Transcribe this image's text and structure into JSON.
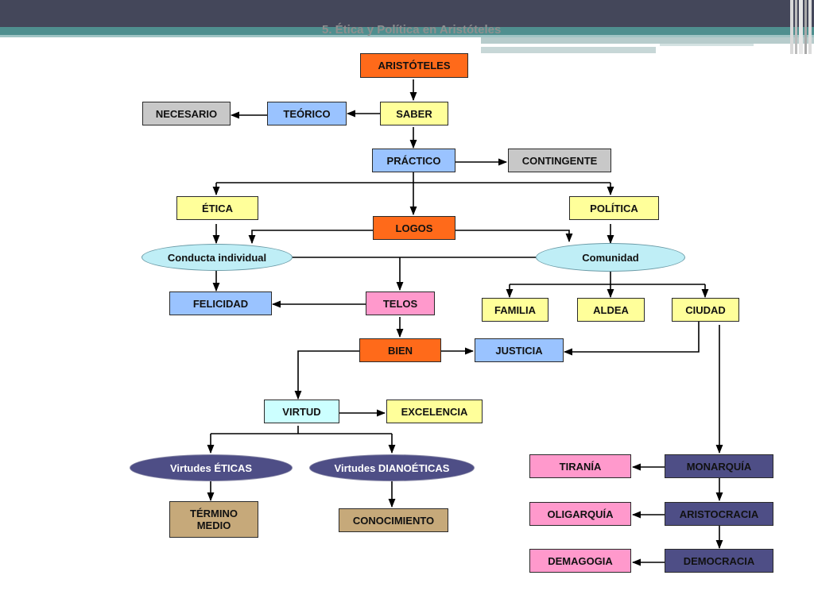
{
  "slide": {
    "title": "5. Ética y Política en Aristóteles"
  },
  "nodes": {
    "aristoteles": "ARISTÓTELES",
    "saber": "SABER",
    "teorico": "TEÓRICO",
    "necesario": "NECESARIO",
    "practico": "PRÁCTICO",
    "contingente": "CONTINGENTE",
    "etica": "ÉTICA",
    "politica": "POLÍTICA",
    "logos": "LOGOS",
    "conducta": "Conducta individual",
    "comunidad": "Comunidad",
    "felicidad": "FELICIDAD",
    "telos": "TELOS",
    "familia": "FAMILIA",
    "aldea": "ALDEA",
    "ciudad": "CIUDAD",
    "bien": "BIEN",
    "justicia": "JUSTICIA",
    "virtud": "VIRTUD",
    "excelencia": "EXCELENCIA",
    "virtudes_eticas": "Virtudes ÉTICAS",
    "virtudes_dianoeticas": "Virtudes DIANOÉTICAS",
    "termino_medio": "TÉRMINO MEDIO",
    "conocimiento": "CONOCIMIENTO",
    "tirania": "TIRANÍA",
    "monarquia": "MONARQUÍA",
    "oligarquia": "OLIGARQUÍA",
    "aristocracia": "ARISTOCRACIA",
    "demagogia": "DEMAGOGIA",
    "democracia": "DEMOCRACIA"
  },
  "colors": {
    "header_dark": "#44475a",
    "header_teal": "#4f8f8f",
    "orange": "#ff6a1a",
    "gray": "#c8c8c8",
    "light_blue": "#9ac3ff",
    "yellow": "#ffff9a",
    "pink": "#ff99cc",
    "tan": "#c6a97a",
    "navy": "#4e4e86"
  }
}
